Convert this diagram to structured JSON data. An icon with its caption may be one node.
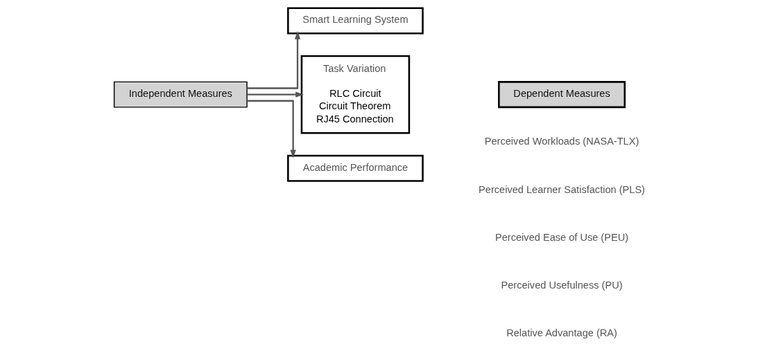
{
  "diagram": {
    "nodes": [
      {
        "text": [
          "Independent Measures"
        ]
      },
      {
        "text": [
          "Smart Learning System"
        ]
      },
      {
        "text": [
          "Task Variation",
          "RLC Circuit",
          "Circuit Theorem",
          "RJ45 Connection"
        ]
      },
      {
        "text": [
          "Academic Performance"
        ]
      },
      {
        "text": [
          "Dependent Measures"
        ]
      }
    ],
    "edges": [
      {
        "from": 0,
        "to": 1,
        "arrow": "to"
      },
      {
        "from": 0,
        "to": 2,
        "arrow": "to"
      },
      {
        "from": 0,
        "to": 3,
        "arrow": "to"
      }
    ],
    "labels": [
      "Perceived Workloads (NASA-TLX)",
      "Perceived Learner Satisfaction (PLS)",
      "Perceived Ease of Use (PEU)",
      "Perceived Usefulness (PU)",
      "Relative Advantage (RA)"
    ]
  }
}
